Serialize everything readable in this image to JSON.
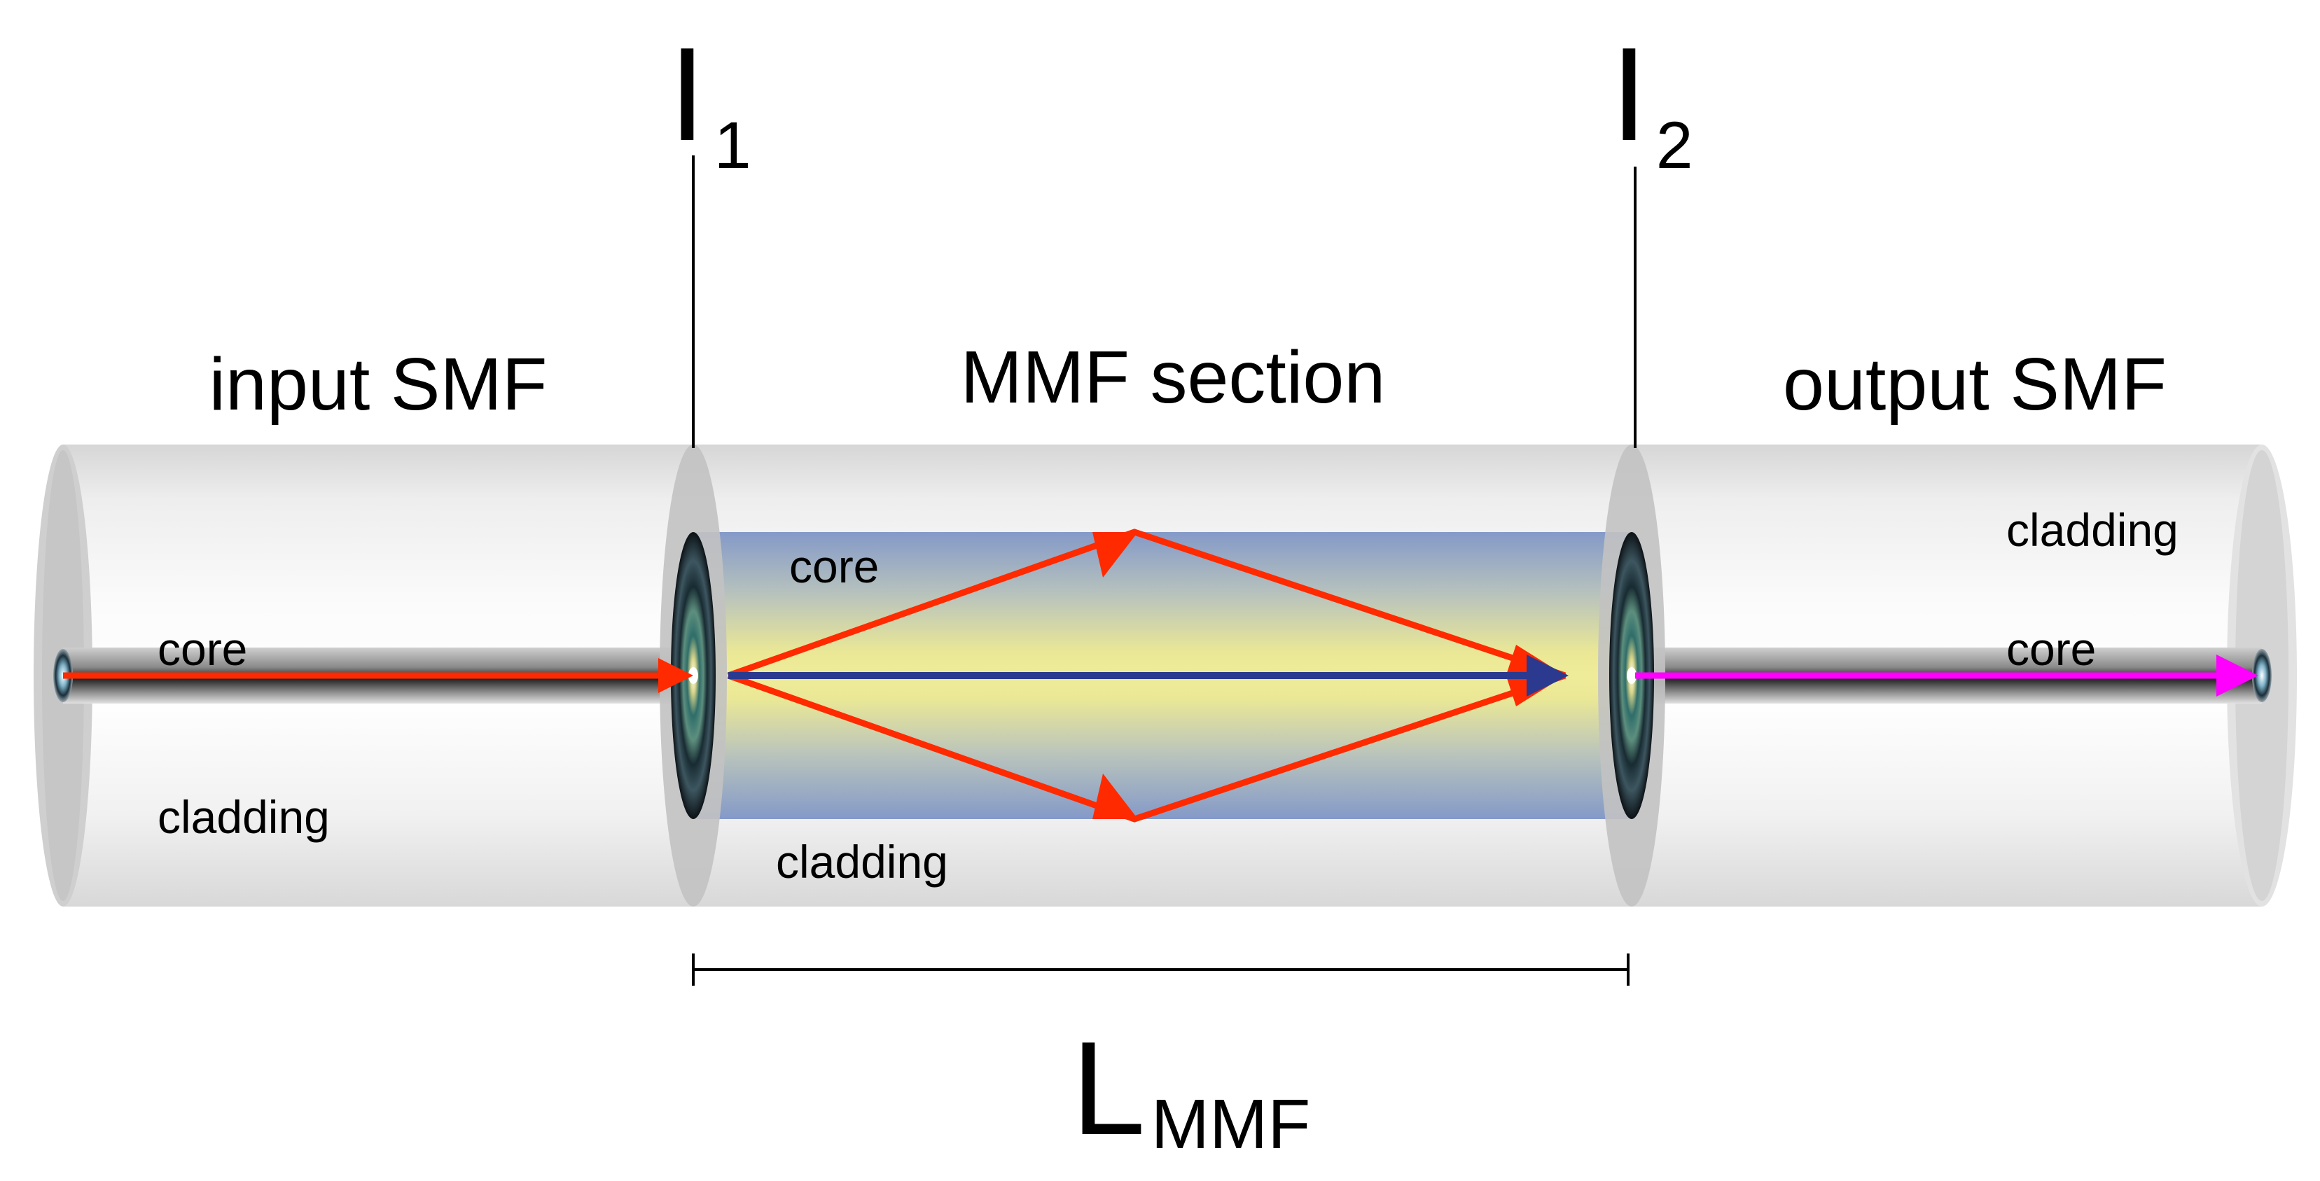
{
  "sections": {
    "input": "input SMF",
    "mmf": "MMF section",
    "output": "output SMF"
  },
  "labels": {
    "input_core": "core",
    "input_cladding": "cladding",
    "mmf_core": "core",
    "mmf_cladding": "cladding",
    "output_cladding": "cladding",
    "output_core": "core"
  },
  "interfaces": {
    "first": {
      "letter": "I",
      "subscript": "1"
    },
    "second": {
      "letter": "I",
      "subscript": "2"
    }
  },
  "length": {
    "letter": "L",
    "subscript": "MMF"
  },
  "colors": {
    "input_ray": "#ff2a00",
    "mmf_rays": "#ff2a00",
    "axial_ray": "#2b3a8f",
    "output_ray": "#ff00ff",
    "cladding": "#dcdcdc",
    "mmf_core_center": "#ece98c",
    "mmf_core_edge": "#7e95c6"
  }
}
